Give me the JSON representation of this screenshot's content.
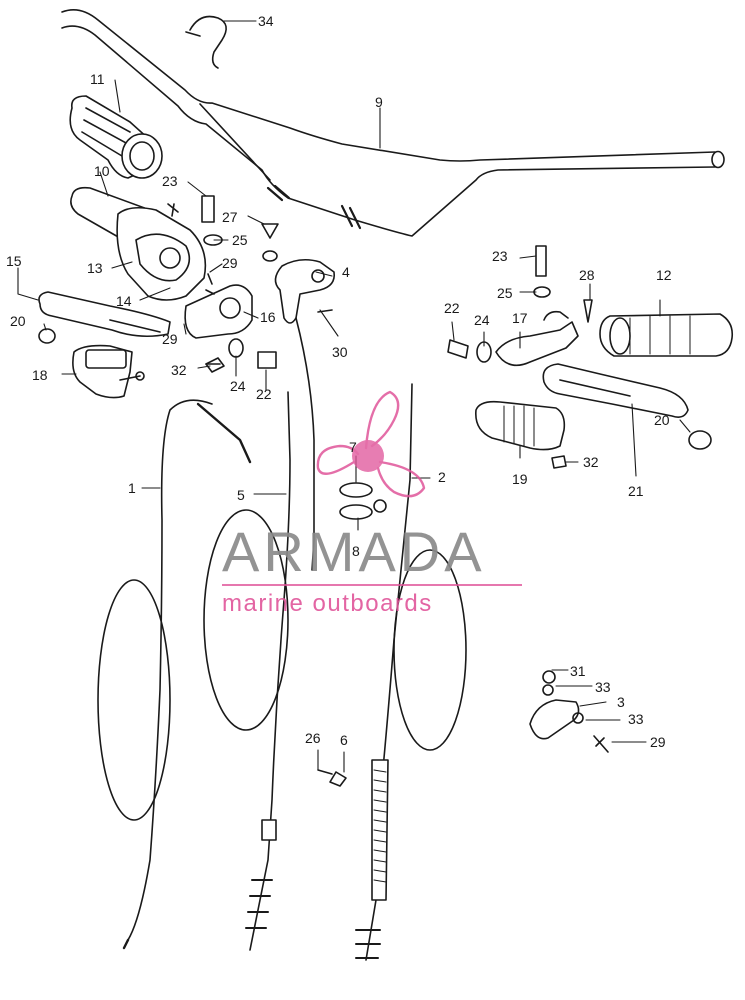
{
  "watermark": {
    "brand": "ARMADA",
    "tagline": "marine outboards",
    "accent_color": "#e0559a",
    "text_color": "#8a8a8a",
    "logo": "propeller-icon"
  },
  "callouts": {
    "c1": "1",
    "c2": "2",
    "c3": "3",
    "c4": "4",
    "c5": "5",
    "c6": "6",
    "c7": "7",
    "c8": "8",
    "c9": "9",
    "c10": "10",
    "c11": "11",
    "c12": "12",
    "c13": "13",
    "c14": "14",
    "c15": "15",
    "c16": "16",
    "c17": "17",
    "c18": "18",
    "c19": "19",
    "c20a": "20",
    "c20b": "20",
    "c21": "21",
    "c22a": "22",
    "c22b": "22",
    "c23a": "23",
    "c23b": "23",
    "c24a": "24",
    "c24b": "24",
    "c25a": "25",
    "c25b": "25",
    "c26": "26",
    "c27": "27",
    "c28": "28",
    "c29a": "29",
    "c29b": "29",
    "c29c": "29",
    "c30": "30",
    "c31": "31",
    "c32a": "32",
    "c32b": "32",
    "c33a": "33",
    "c33b": "33",
    "c34": "34"
  }
}
